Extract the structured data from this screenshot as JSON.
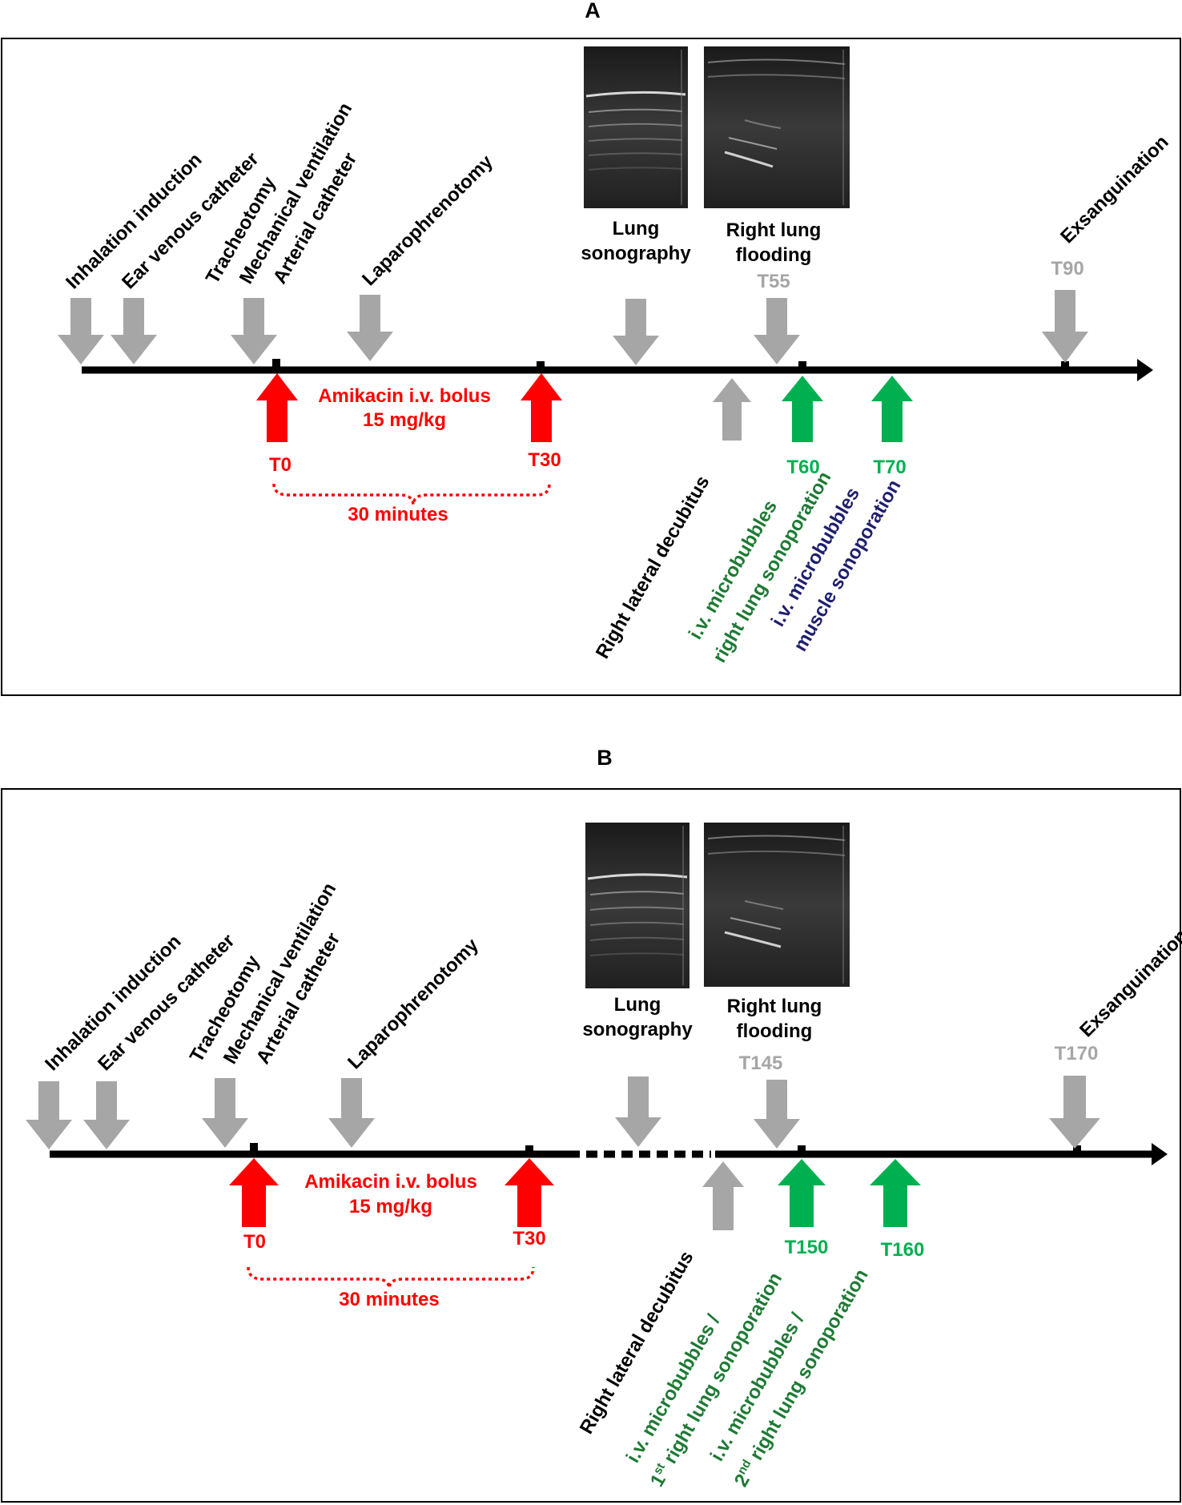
{
  "colors": {
    "gray": "#a6a6a6",
    "red": "#ff0000",
    "green": "#00b050",
    "dark_green": "#1e7a34",
    "navy": "#1f1f6e",
    "black": "#000000"
  },
  "panels": [
    {
      "title": "A",
      "procedures": [
        "Inhalation induction",
        "Ear venous catheter",
        "Tracheotomy",
        "Mechanical ventilation",
        "Arterial catheter",
        "Laparophrenotomy"
      ],
      "lung_sonography": [
        "Lung",
        "sonography"
      ],
      "right_lung_flooding": [
        "Right lung",
        "flooding"
      ],
      "exsanguination": "Exsanguination",
      "amikacin": [
        "Amikacin i.v. bolus",
        "15 mg/kg"
      ],
      "interval": "30 minutes",
      "times": {
        "t0": "T0",
        "t30": "T30",
        "flood": "T55",
        "sono1": "T60",
        "sono2": "T70",
        "end": "T90"
      },
      "lateral_decubitus": "Right lateral decubitus",
      "step1": [
        "i.v. microbubbles",
        "right lung sonoporation"
      ],
      "step2": [
        "i.v. microbubbles",
        "muscle sonoporation"
      ]
    },
    {
      "title": "B",
      "procedures": [
        "Inhalation induction",
        "Ear venous catheter",
        "Tracheotomy",
        "Mechanical ventilation",
        "Arterial catheter",
        "Laparophrenotomy"
      ],
      "lung_sonography": [
        "Lung",
        "sonography"
      ],
      "right_lung_flooding": [
        "Right lung",
        "flooding"
      ],
      "exsanguination": "Exsanguination",
      "amikacin": [
        "Amikacin i.v. bolus",
        "15 mg/kg"
      ],
      "interval": "30 minutes",
      "times": {
        "t0": "T0",
        "t30": "T30",
        "flood": "T145",
        "sono1": "T150",
        "sono2": "T160",
        "end": "T170"
      },
      "lateral_decubitus": "Right lateral decubitus",
      "step1": {
        "line1": "i.v. microbubbles /",
        "ord": "1",
        "sup": "st",
        "rest": " right lung sonoporation"
      },
      "step2": {
        "line1": "i.v. microbubbles /",
        "ord": "2",
        "sup": "nd",
        "rest": " right lung sonoporation"
      }
    }
  ]
}
